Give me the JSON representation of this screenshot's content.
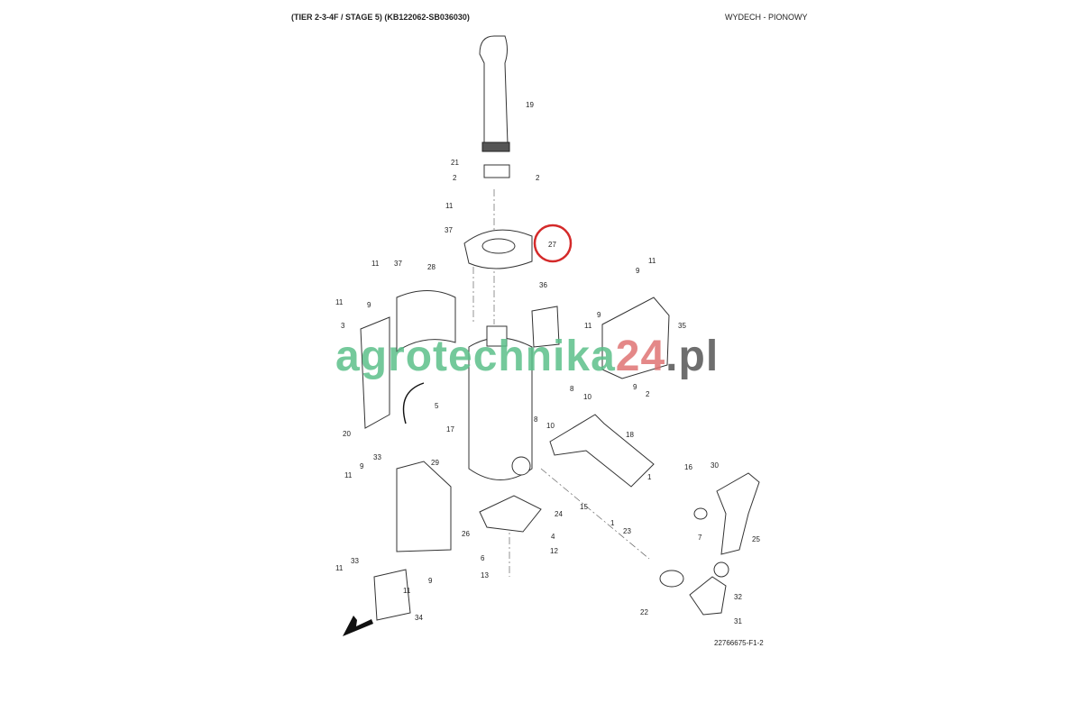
{
  "header": {
    "title": "(TIER 2-3-4F / STAGE 5) (KB122062-SB036030)",
    "section": "WYDECH - PIONOWY"
  },
  "callouts": [
    "19",
    "21",
    "2",
    "2",
    "11",
    "37",
    "27",
    "11",
    "37",
    "28",
    "36",
    "11",
    "9",
    "11",
    "9",
    "35",
    "3",
    "11",
    "9",
    "9",
    "2",
    "8",
    "10",
    "5",
    "17",
    "8",
    "10",
    "18",
    "20",
    "33",
    "9",
    "11",
    "29",
    "16",
    "30",
    "1",
    "15",
    "24",
    "1",
    "23",
    "7",
    "25",
    "26",
    "4",
    "6",
    "12",
    "13",
    "33",
    "11",
    "9",
    "11",
    "22",
    "32",
    "31",
    "34"
  ],
  "highlighted_callout": "27",
  "drawing_number": "22766675-F1-2",
  "watermark": {
    "part1": "agrotechnika",
    "part2": "24",
    "part3": ".pl",
    "colors": {
      "green": "#5cc08a",
      "red": "#e07474",
      "gray": "#555555"
    }
  },
  "highlight_color": "#d42a2a"
}
